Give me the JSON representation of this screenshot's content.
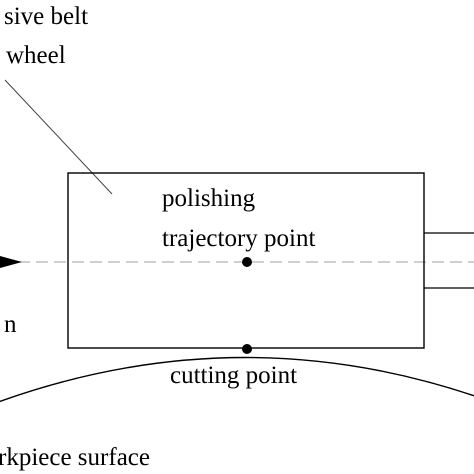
{
  "labels": {
    "belt_line1": "sive belt",
    "belt_line2": "wheel",
    "polishing": "polishing",
    "trajectory_point": "trajectory point",
    "left_fragment": "n",
    "cutting_point": "cutting point",
    "workpiece_surface": "rkpiece surface"
  },
  "colors": {
    "stroke": "#000000",
    "centerline": "#b5b5b5",
    "leader": "#444444",
    "background": "#ffffff"
  }
}
